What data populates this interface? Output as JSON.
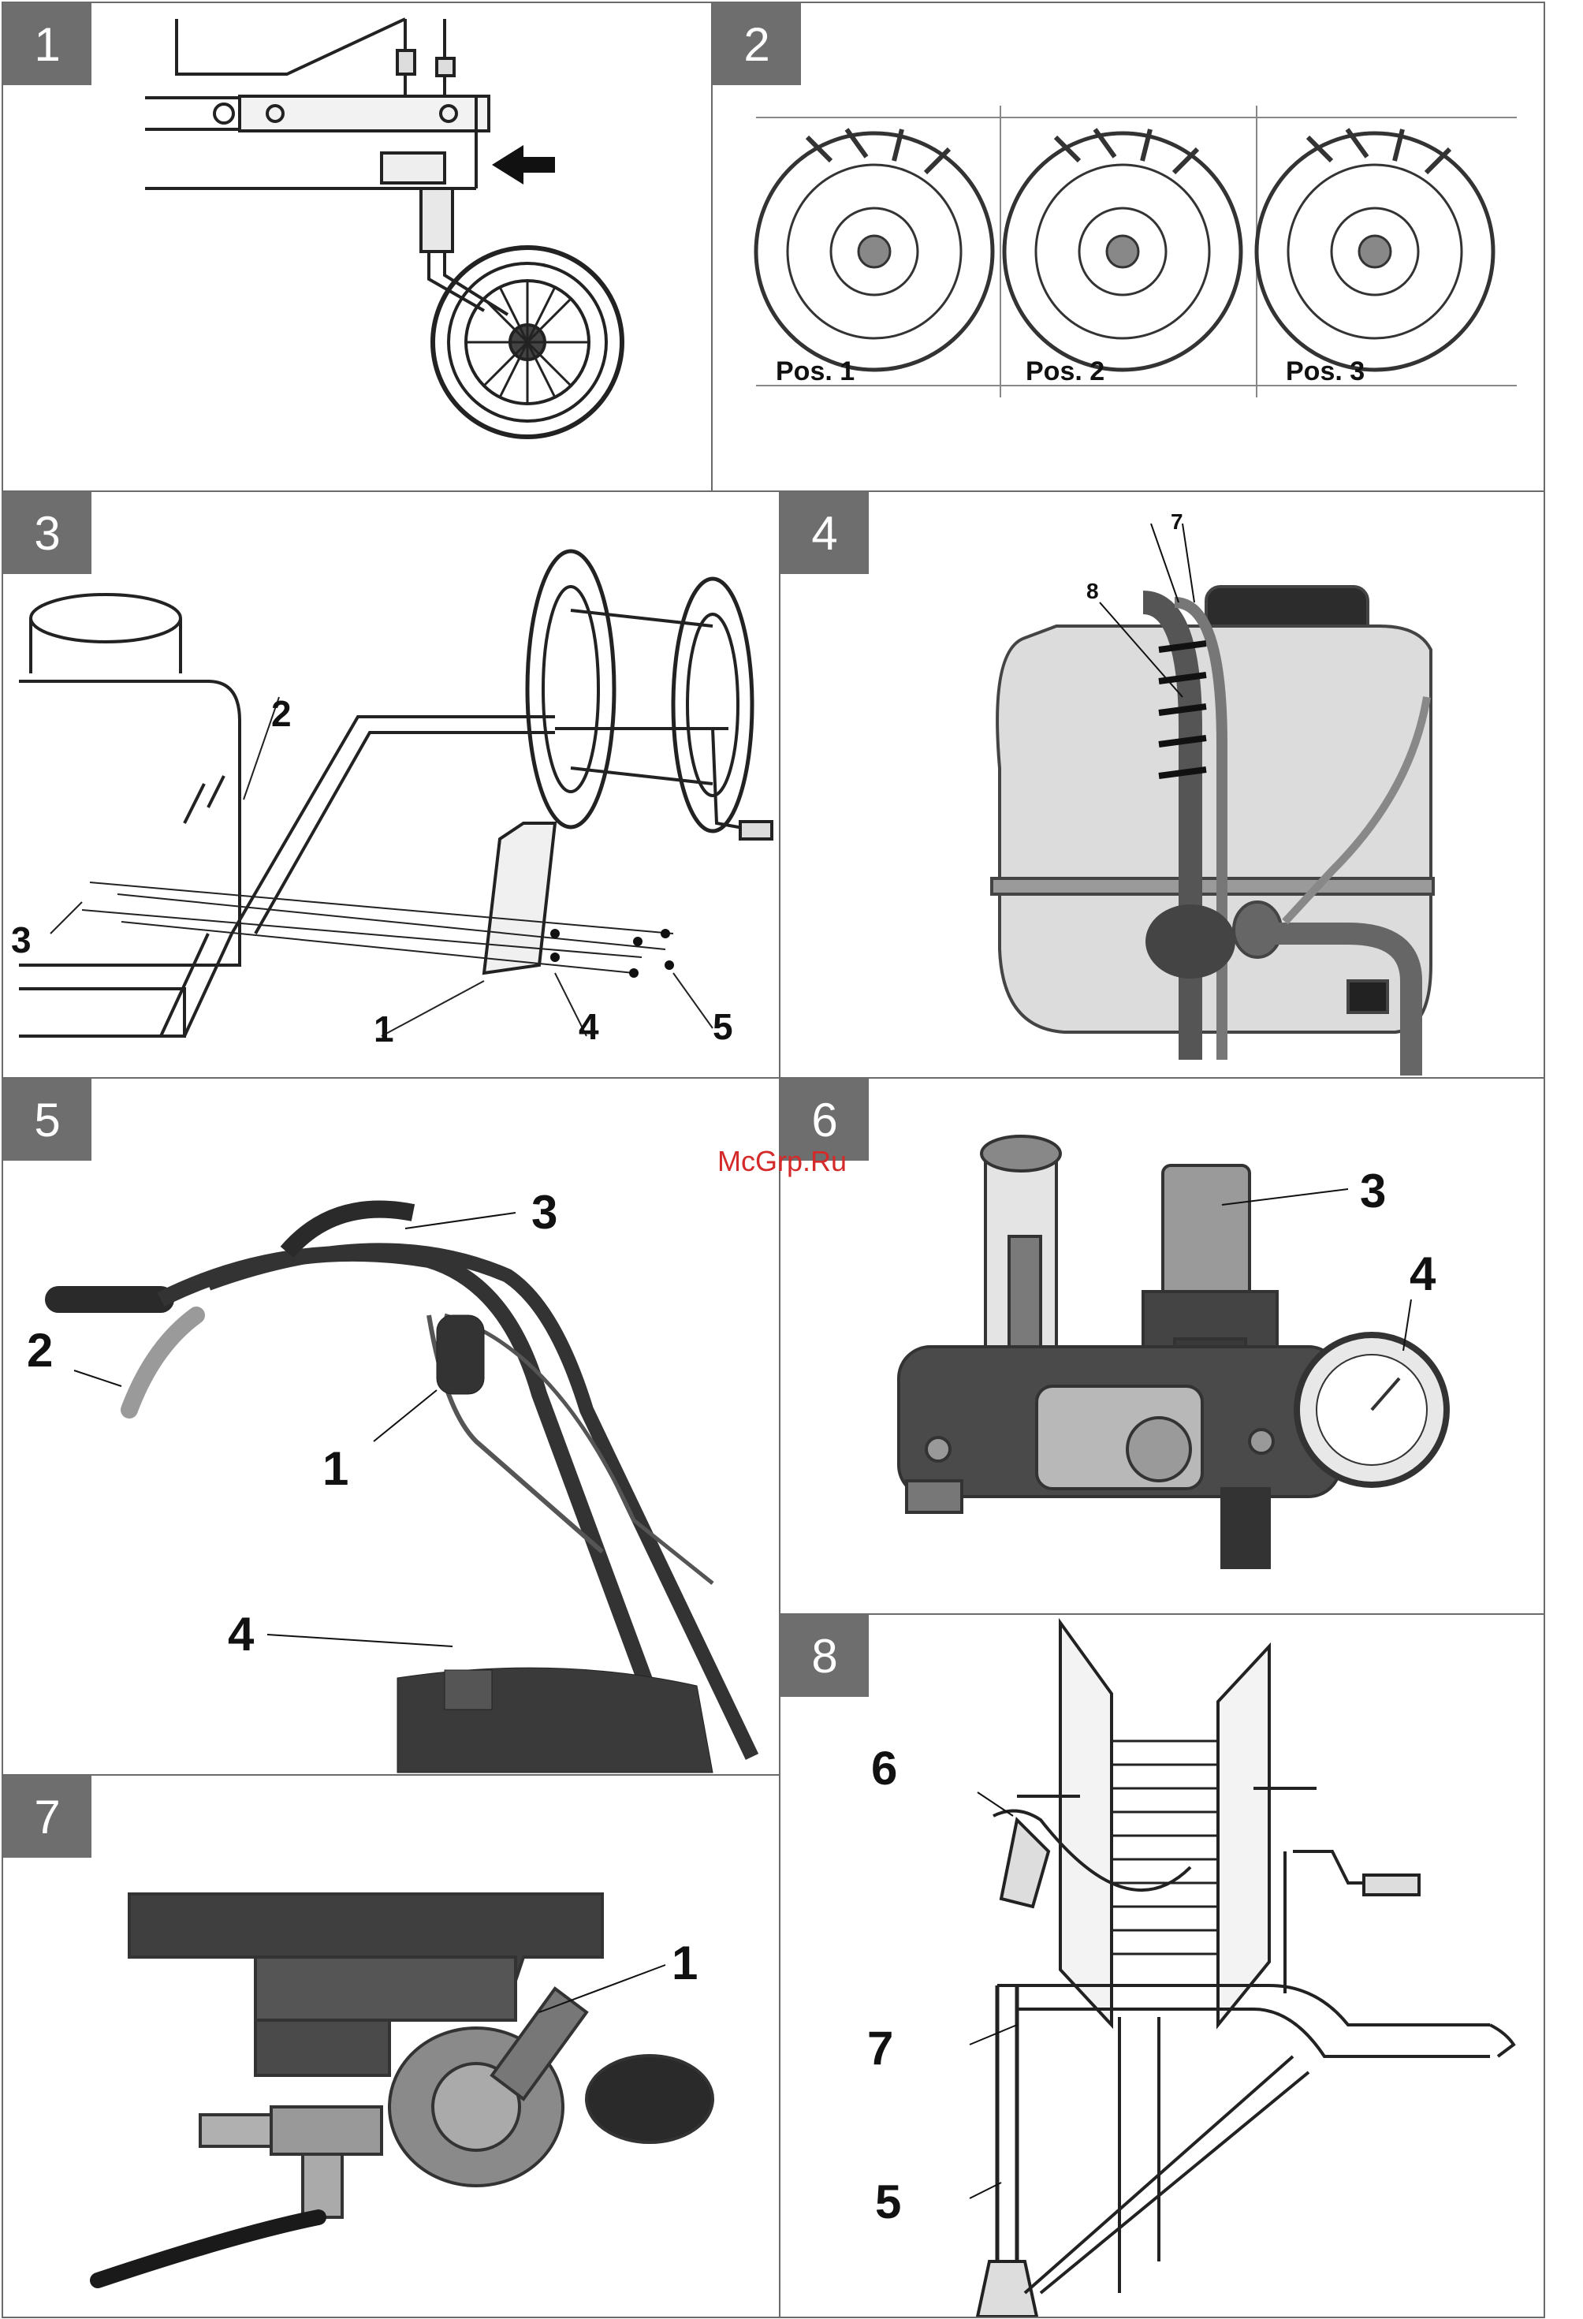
{
  "watermark": "McGrp.Ru",
  "panels": [
    {
      "number": "1"
    },
    {
      "number": "2",
      "positions": [
        "Pos. 1",
        "Pos. 2",
        "Pos. 3"
      ]
    },
    {
      "number": "3",
      "callouts": [
        "1",
        "2",
        "3",
        "4",
        "5"
      ]
    },
    {
      "number": "4",
      "callouts": [
        "7",
        "8"
      ]
    },
    {
      "number": "5",
      "callouts": [
        "1",
        "2",
        "3",
        "4"
      ]
    },
    {
      "number": "6",
      "callouts": [
        "3",
        "4"
      ]
    },
    {
      "number": "7",
      "callouts": [
        "1"
      ]
    },
    {
      "number": "8",
      "callouts": [
        "5",
        "6",
        "7"
      ]
    }
  ]
}
